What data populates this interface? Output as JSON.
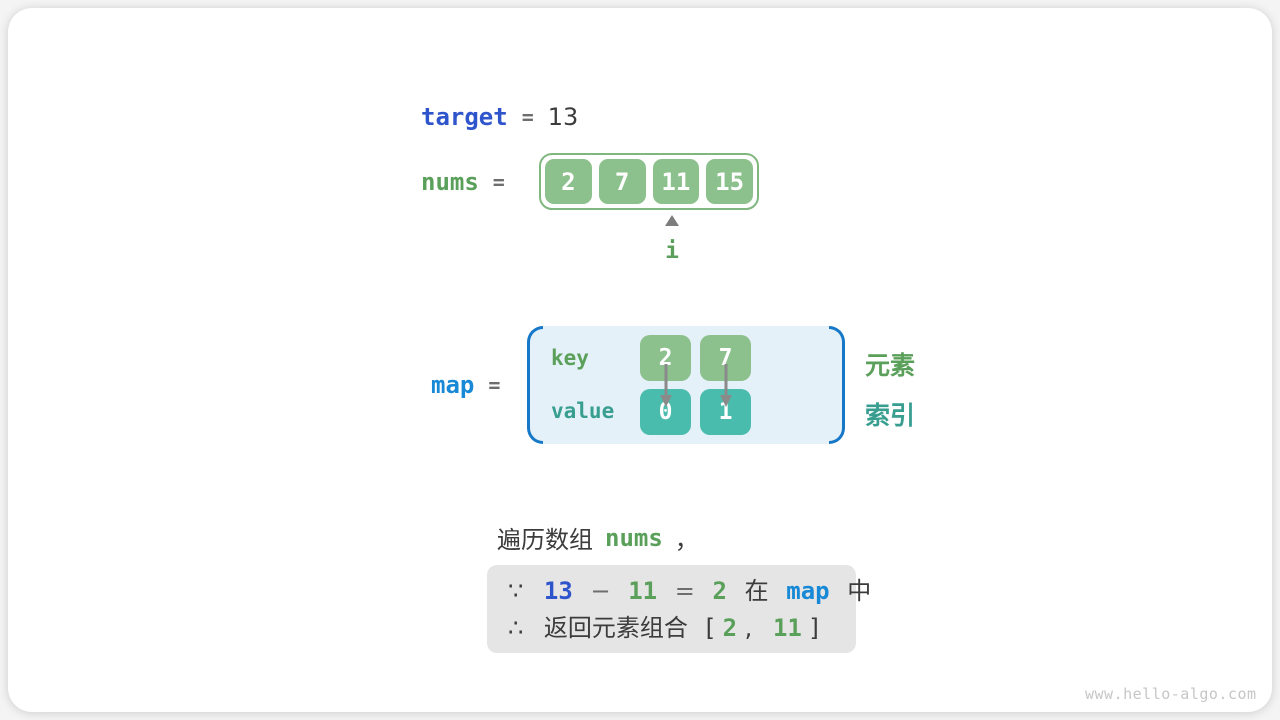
{
  "colors": {
    "blue_dark": "#2F55CC",
    "blue_azure": "#1789D6",
    "green_text": "#5AA05A",
    "green_cell": "#8CC08C",
    "green_border": "#7FB77F",
    "teal_cell": "#49BCAD",
    "teal_text": "#379E90",
    "dark_text": "#3C3C3C",
    "arrow_gray": "#8A8A8A",
    "bracket_blue": "#1878C8",
    "map_box_bg": "#E4F1F9",
    "note_box_bg": "#E5E5E5"
  },
  "target_row": {
    "label": "target",
    "op": "=",
    "value": "13"
  },
  "nums_row": {
    "label": "nums",
    "op": "=",
    "cells": [
      "2",
      "7",
      "11",
      "15"
    ],
    "pointer_label": "i"
  },
  "map_row": {
    "label": "map",
    "op": "=",
    "key_label": "key",
    "value_label": "value",
    "keys": [
      "2",
      "7"
    ],
    "values": [
      "0",
      "1"
    ],
    "element_label": "元素",
    "index_label": "索引"
  },
  "caption": {
    "prefix": "遍历数组",
    "code": "nums",
    "comma": "，"
  },
  "note": {
    "line1": {
      "because": "∵",
      "n1": "13",
      "minus": "−",
      "n2": "11",
      "eq": "=",
      "n3": "2",
      "in_char": "在",
      "map": "map",
      "zhong": "中"
    },
    "line2": {
      "therefore": "∴",
      "text": "返回元素组合",
      "lbracket": "[",
      "n1": "2",
      "comma": ",",
      "n2": "11",
      "rbracket": "]"
    }
  },
  "watermark": "www.hello-algo.com"
}
